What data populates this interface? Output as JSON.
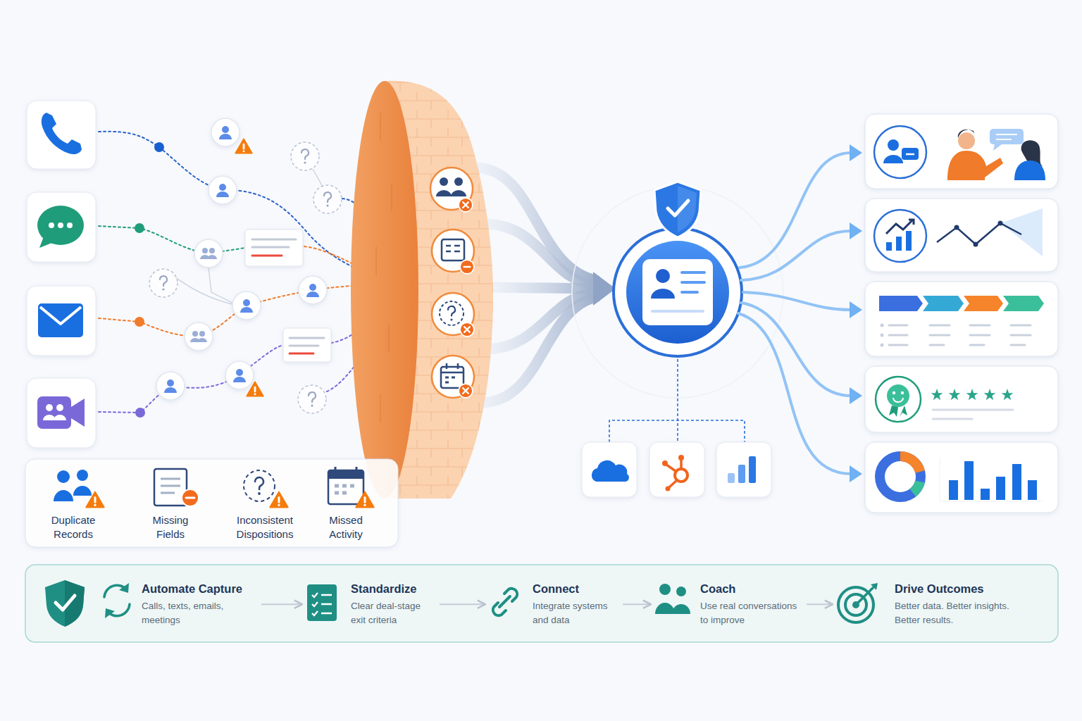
{
  "diagram": {
    "nodes": [
      {
        "text": [
          "Automate Capture",
          "Calls, texts, emails, meetings"
        ]
      },
      {
        "text": [
          "Standardize",
          "Clear deal-stage exit criteria"
        ]
      },
      {
        "text": [
          "Connect",
          "Integrate systems and data"
        ]
      },
      {
        "text": [
          "Coach",
          "Use real conversations to improve"
        ]
      },
      {
        "text": [
          "Drive Outcomes",
          "Better data. Better insights. Better results."
        ]
      }
    ],
    "edges": [
      {
        "from": 0,
        "to": 1,
        "arrow": "to"
      },
      {
        "from": 1,
        "to": 2,
        "arrow": "to"
      },
      {
        "from": 2,
        "to": 3,
        "arrow": "to"
      },
      {
        "from": 3,
        "to": 4,
        "arrow": "to"
      }
    ],
    "labels": [
      "Duplicate Records",
      "Missing Fields",
      "Inconsistent Dispositions",
      "Missed Activity"
    ]
  }
}
